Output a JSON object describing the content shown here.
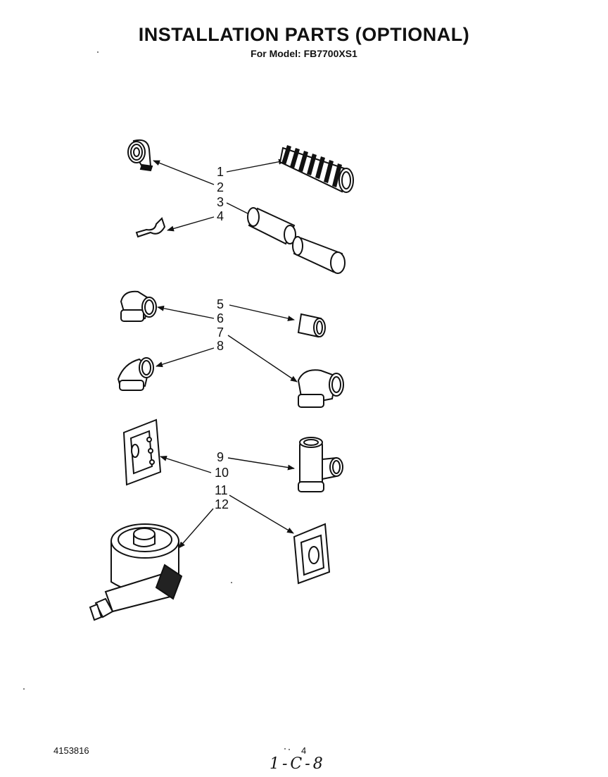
{
  "header": {
    "title": "INSTALLATION PARTS (OPTIONAL)",
    "model_line": "For Model: FB7700XS1"
  },
  "callouts": [
    "1",
    "2",
    "3",
    "4",
    "5",
    "6",
    "7",
    "8",
    "9",
    "10",
    "11",
    "12"
  ],
  "footer": {
    "doc_number": "4153816",
    "page_mark": "4",
    "handwritten": "1-C-8"
  }
}
